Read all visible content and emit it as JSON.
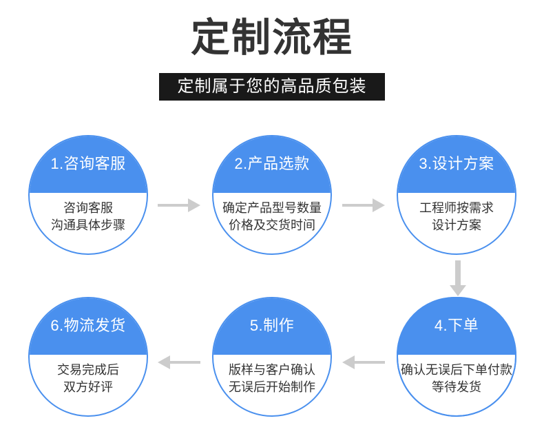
{
  "header": {
    "title": "定制流程",
    "subtitle": "定制属于您的高品质包装"
  },
  "colors": {
    "accent_blue": "#4a90ee",
    "banner_black": "#191919",
    "text_dark": "#333333",
    "arrow_gray": "#cccccc"
  },
  "flow": {
    "nodes": [
      {
        "id": "1",
        "title": "1.咨询客服",
        "lines": [
          "咨询客服",
          "沟通具体步骤"
        ]
      },
      {
        "id": "2",
        "title": "2.产品选款",
        "lines": [
          "确定产品型号数量",
          "价格及交货时间"
        ]
      },
      {
        "id": "3",
        "title": "3.设计方案",
        "lines": [
          "工程师按需求",
          "设计方案"
        ]
      },
      {
        "id": "4",
        "title": "4.下单",
        "lines": [
          "确认无误后下单付款",
          "等待发货"
        ]
      },
      {
        "id": "5",
        "title": "5.制作",
        "lines": [
          "版样与客户确认",
          "无误后开始制作"
        ]
      },
      {
        "id": "6",
        "title": "6.物流发货",
        "lines": [
          "交易完成后",
          "双方好评"
        ]
      }
    ],
    "arrows": [
      {
        "id": "1",
        "direction": "right",
        "from": "1",
        "to": "2"
      },
      {
        "id": "2",
        "direction": "right",
        "from": "2",
        "to": "3"
      },
      {
        "id": "3",
        "direction": "down",
        "from": "3",
        "to": "4"
      },
      {
        "id": "4",
        "direction": "left",
        "from": "4",
        "to": "5"
      },
      {
        "id": "5",
        "direction": "left",
        "from": "5",
        "to": "6"
      }
    ]
  }
}
